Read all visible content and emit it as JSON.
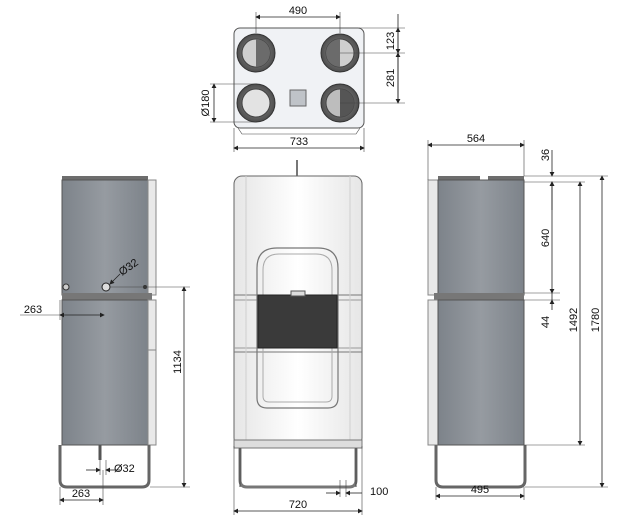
{
  "drawing": {
    "top_view": {
      "width_between_ducts": "490",
      "duct_offset_top": "123",
      "duct_spacing_vertical": "281",
      "duct_diameter": "Ø180",
      "overall_width": "733"
    },
    "left_view": {
      "pipe_diameter_upper": "Ø32",
      "pipe_offset_upper": "263",
      "pipe_height": "1134",
      "pipe_diameter_lower": "Ø32",
      "pipe_offset_lower": "263"
    },
    "front_view": {
      "width": "720",
      "foot_offset": "100"
    },
    "right_view": {
      "depth": "564",
      "top_collar": "36",
      "upper_module": "640",
      "gap": "44",
      "height_to_top": "1492",
      "total_height": "1780",
      "base_depth": "495"
    }
  },
  "colors": {
    "panel_gray": "#8a8f96",
    "dark_panel": "#3a3a3a",
    "frame_light": "#f2f2f2",
    "duct_dark": "#5a5a5a"
  }
}
